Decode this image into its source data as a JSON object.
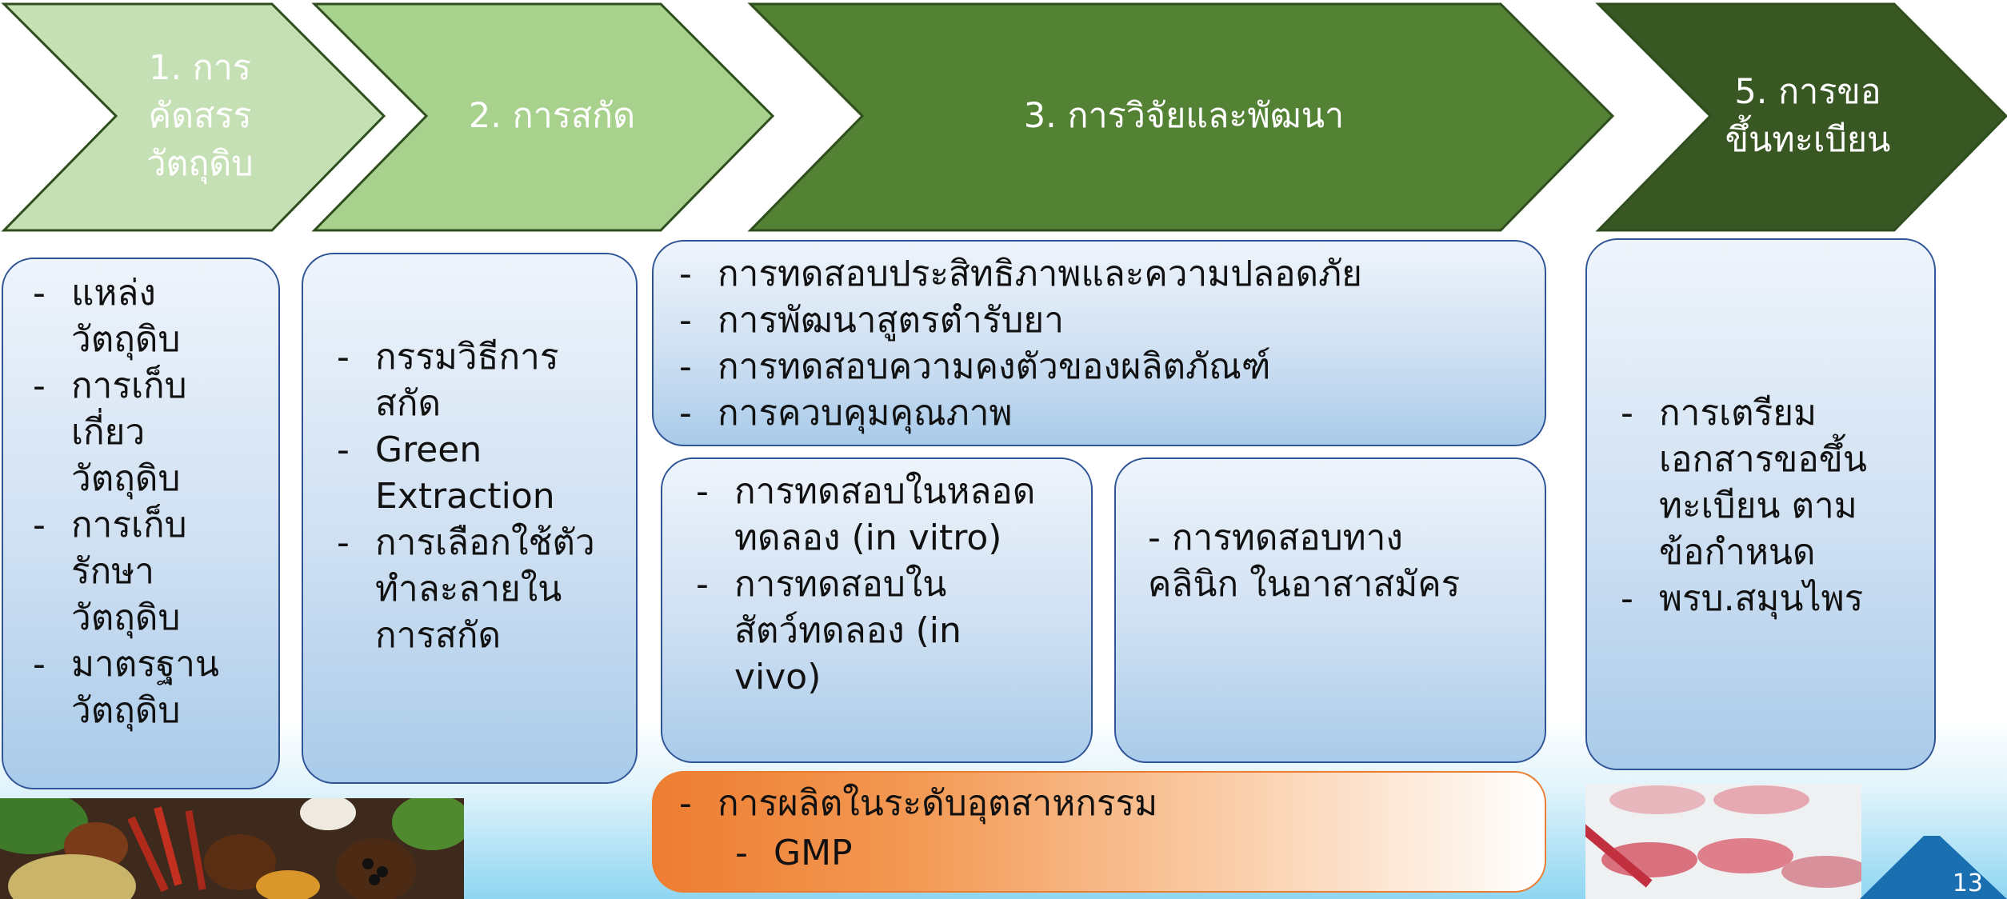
{
  "colors": {
    "step1": "#c5e0b4",
    "step2": "#a9d18e",
    "step3": "#548235",
    "step5": "#385723",
    "box_border": "#2f5597",
    "orange": "#ed7d31"
  },
  "steps": [
    {
      "label": "1. การ\nคัดสรร\nวัตถุดิบ"
    },
    {
      "label": "2. การสกัด"
    },
    {
      "label": "3. การวิจัยและพัฒนา"
    },
    {
      "label": "5. การขอ\nขึ้นทะเบียน"
    }
  ],
  "boxes": {
    "raw_material": [
      "แหล่ง\nวัตถุดิบ",
      "การเก็บ\nเกี่ยว\nวัตถุดิบ",
      "การเก็บ\nรักษา\nวัตถุดิบ",
      "มาตรฐาน\nวัตถุดิบ"
    ],
    "extraction": [
      "กรรมวิธีการ\nสกัด",
      "Green\nExtraction",
      "การเลือกใช้ตัว\nทำละลายใน\nการสกัด"
    ],
    "rnd_top": [
      "การทดสอบประสิทธิภาพและความปลอดภัย",
      "การพัฒนาสูตรตำรับยา",
      "การทดสอบความคงตัวของผลิตภัณฑ์",
      "การควบคุมคุณภาพ"
    ],
    "rnd_preclinical": [
      "การทดสอบในหลอด\nทดลอง (in vitro)",
      "การทดสอบใน\nสัตว์ทดลอง (in\nvivo)"
    ],
    "rnd_clinical": "- การทดสอบทาง\nคลินิก ในอาสาสมัคร",
    "registration": [
      "การเตรียม\nเอกสารขอขึ้น\nทะเบียน ตาม\nข้อกำหนด",
      "พรบ.สมุนไพร"
    ],
    "industrial": {
      "main": "การผลิตในระดับอุตสาหกรรม",
      "sub": "GMP"
    }
  },
  "slide_number": "13"
}
